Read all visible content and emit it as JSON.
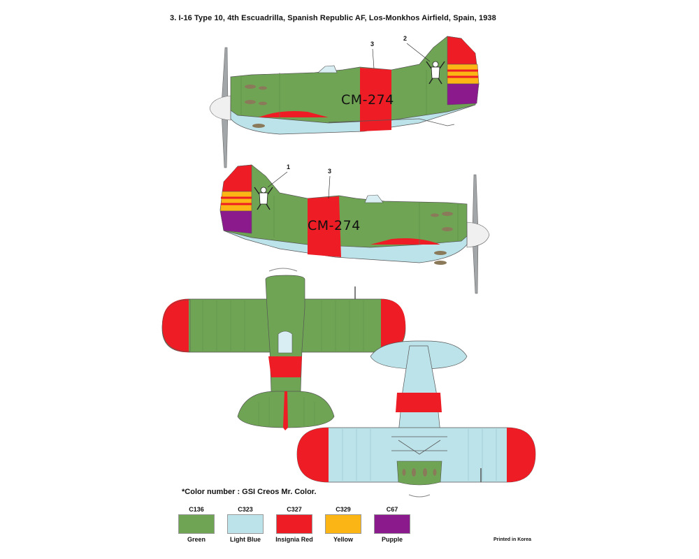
{
  "title": "3. I-16 Type 10, 4th Escuadrilla, Spanish Republic AF, Los-Monkhos Airfield, Spain, 1938",
  "aircraft_code": "CM-274",
  "callouts": {
    "left_side": [
      "3",
      "2"
    ],
    "right_side": [
      "1",
      "3"
    ]
  },
  "color_note": "*Color number : GSI Creos Mr. Color.",
  "colors": [
    {
      "code": "C136",
      "name": "Green",
      "hex": "#6fa454"
    },
    {
      "code": "C323",
      "name": "Light Blue",
      "hex": "#bde3ea"
    },
    {
      "code": "C327",
      "name": "Insignia Red",
      "hex": "#ee1c24"
    },
    {
      "code": "C329",
      "name": "Yellow",
      "hex": "#fbb515"
    },
    {
      "code": "C67",
      "name": "Pupple",
      "hex": "#8b1a8c"
    }
  ],
  "printed": "Printed in Korea"
}
